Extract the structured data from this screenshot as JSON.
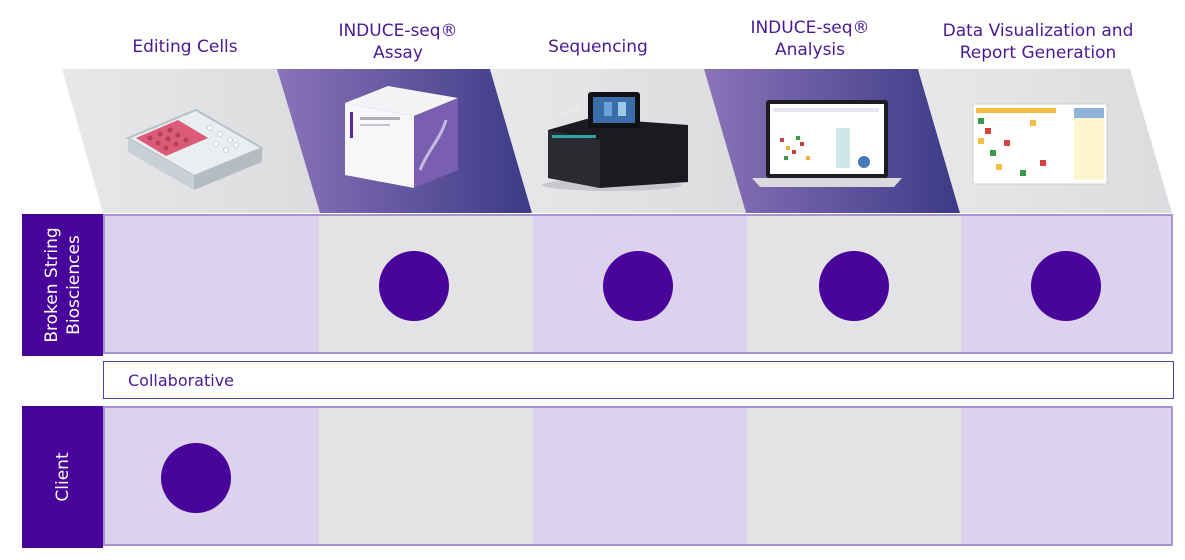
{
  "stages": [
    {
      "label": "Editing Cells"
    },
    {
      "label": "INDUCE-seq®\nAssay"
    },
    {
      "label": "Sequencing"
    },
    {
      "label": "INDUCE-seq®\nAnalysis"
    },
    {
      "label": "Data Visualization and\nReport Generation"
    }
  ],
  "rows": {
    "broken_string": {
      "label": "Broken String\nBiosciences",
      "filled": [
        false,
        true,
        true,
        true,
        true
      ]
    },
    "collaborative": {
      "label": "Collaborative"
    },
    "client": {
      "label": "Client",
      "filled": [
        true,
        false,
        false,
        false,
        false
      ]
    }
  },
  "colors": {
    "accent": "#48039a",
    "label_text": "#4a1a94",
    "band_purple": "#dcd2ee",
    "band_grey": "#e3e3e6"
  }
}
